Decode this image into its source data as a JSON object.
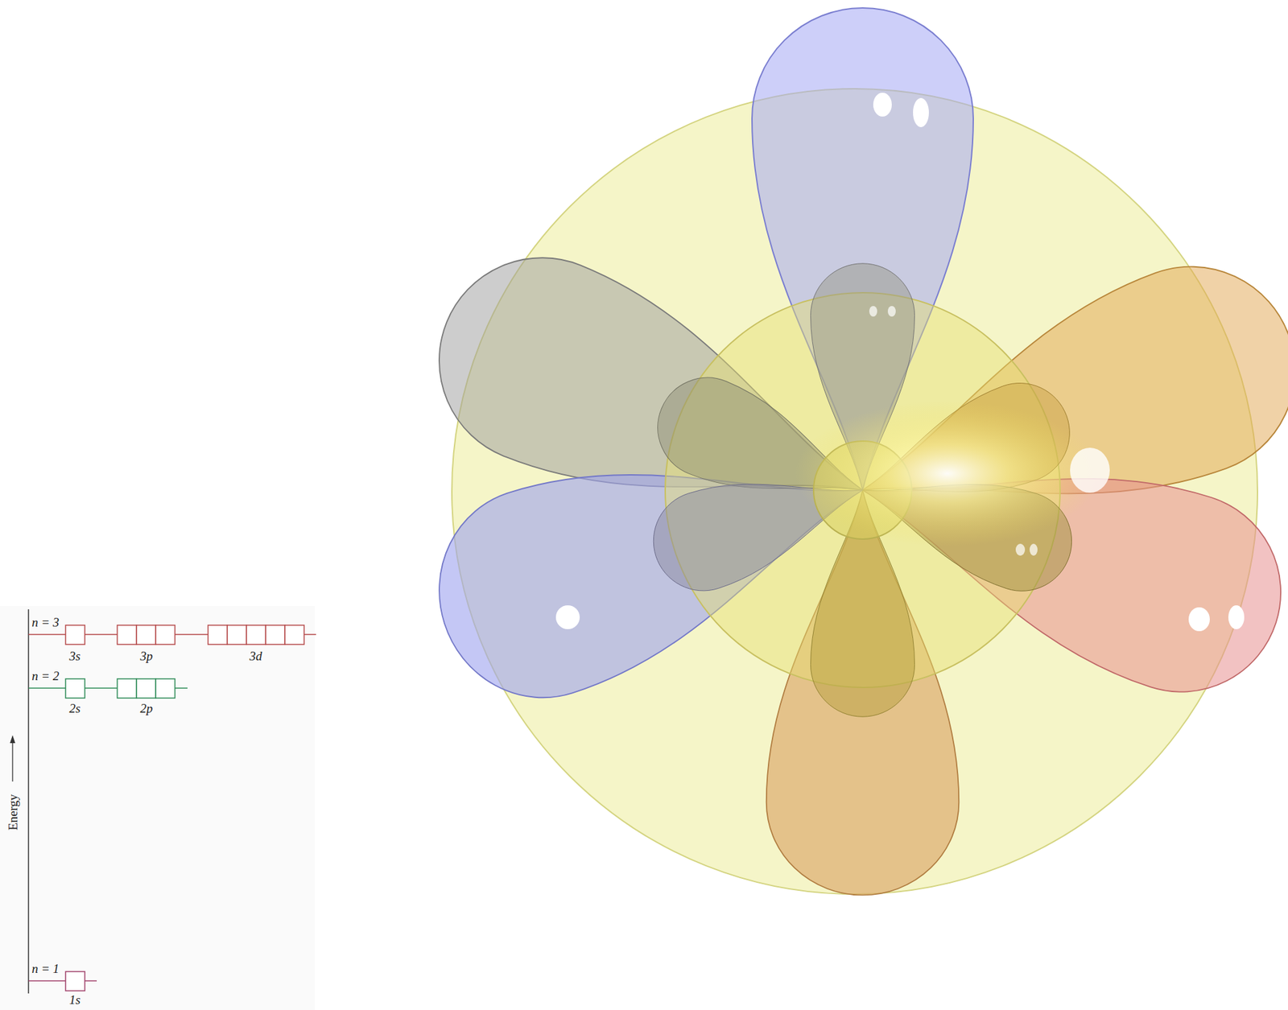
{
  "diagram": {
    "labels": [
      "n = 3",
      "3s",
      "3p",
      "3d",
      "n = 2",
      "2s",
      "2p",
      "Energy",
      "n = 1",
      "1s"
    ]
  }
}
